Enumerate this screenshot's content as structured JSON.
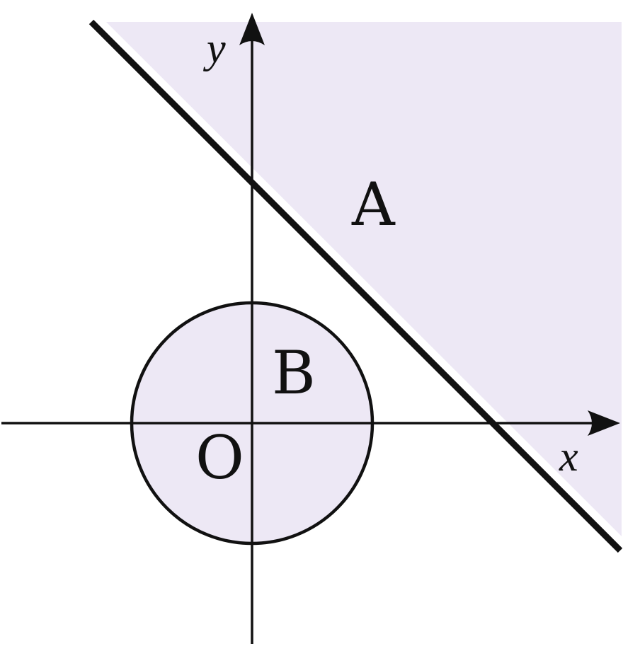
{
  "labels": {
    "y_axis": "y",
    "x_axis": "x",
    "region_a": "A",
    "region_b": "B",
    "origin": "O"
  },
  "colors": {
    "region_fill": "#ede8f5",
    "stroke": "#111111",
    "background": "#ffffff"
  }
}
